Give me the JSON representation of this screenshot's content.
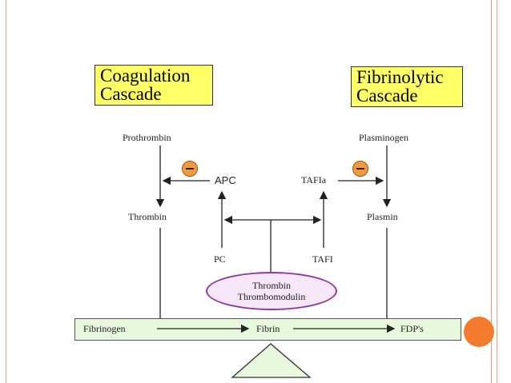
{
  "titles": {
    "coagulation": [
      "Coagulation",
      "Cascade"
    ],
    "fibrinolytic": [
      "Fibrinolytic",
      "Cascade"
    ]
  },
  "nodes": {
    "prothrombin": "Prothrombin",
    "thrombin": "Thrombin",
    "apc": "APC",
    "pc": "PC",
    "tafia": "TAFIa",
    "tafi": "TAFI",
    "plasminogen": "Plasminogen",
    "plasmin": "Plasmin",
    "complex": [
      "Thrombin",
      "Thrombomodulin"
    ],
    "fibrinogen": "Fibrinogen",
    "fibrin": "Fibrin",
    "fdps": "FDP's"
  },
  "colors": {
    "title_fill": "#ffff66",
    "inhibitor": "#f29a3a",
    "ellipse_fill": "#f7e6f7",
    "ellipse_stroke": "#8a3aa0",
    "bar_fill": "#e8f8dd",
    "accent": "#f47a2c"
  }
}
